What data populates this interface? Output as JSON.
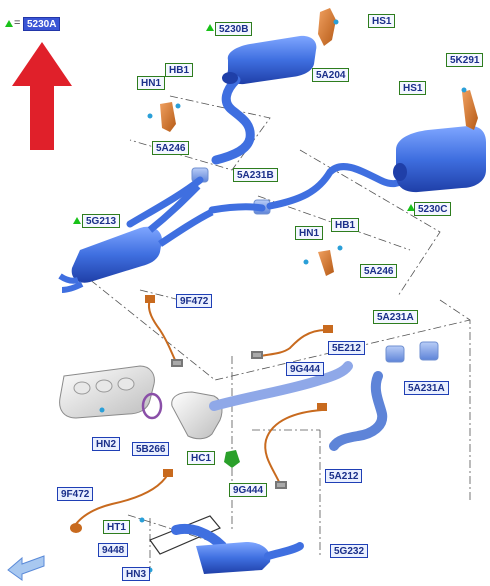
{
  "legend": {
    "equals": "=",
    "selected_part": "5230A"
  },
  "labels": {
    "5230B": "5230B",
    "HS1_top": "HS1",
    "HN1_a": "HN1",
    "HB1_a": "HB1",
    "5A204": "5A204",
    "5K291": "5K291",
    "HS1_right": "HS1",
    "5A246_a": "5A246",
    "5A231B": "5A231B",
    "5G213": "5G213",
    "5230C": "5230C",
    "HN1_b": "HN1",
    "HB1_b": "HB1",
    "5A246_b": "5A246",
    "9F472_top": "9F472",
    "5A231A_top": "5A231A",
    "5E212": "5E212",
    "9G444_top": "9G444",
    "5A231A_right": "5A231A",
    "HN2": "HN2",
    "5B266": "5B266",
    "HC1": "HC1",
    "5A212": "5A212",
    "9G444_bottom": "9G444",
    "9F472_bottom": "9F472",
    "HT1": "HT1",
    "9448": "9448",
    "5G232": "5G232",
    "HN3": "HN3"
  },
  "colors": {
    "part_blue": "#3f6fe0",
    "highlight_arrow": "#e0202a",
    "label_border_green": "#2e7d1e",
    "label_border_blue": "#1f3fb5",
    "sensor_orange": "#c86a1e",
    "manifold_gray": "#d7d7d7"
  },
  "icons": [
    "up-arrow-icon",
    "back-arrow-icon",
    "green-triangle-icon"
  ]
}
